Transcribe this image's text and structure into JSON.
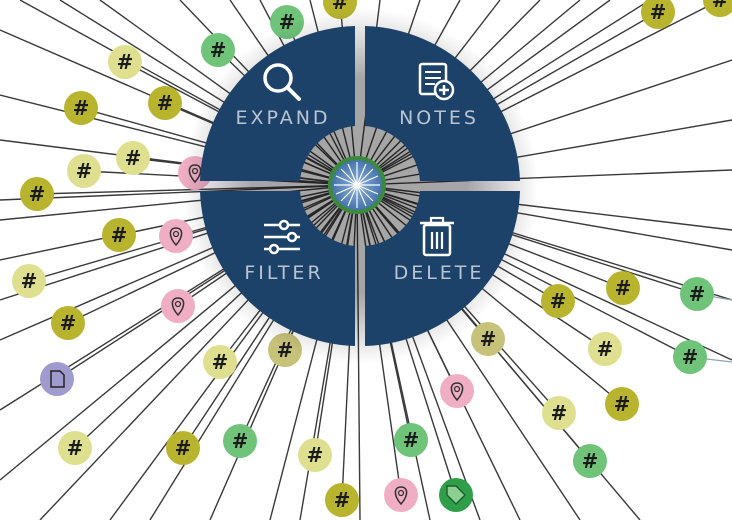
{
  "menu": {
    "items": [
      {
        "id": "expand",
        "label": "EXPAND",
        "icon": "magnifier-icon"
      },
      {
        "id": "notes",
        "label": "NOTES",
        "icon": "notes-add-icon"
      },
      {
        "id": "filter",
        "label": "FILTER",
        "icon": "sliders-icon"
      },
      {
        "id": "delete",
        "label": "DELETE",
        "icon": "trash-icon"
      }
    ],
    "center_icon": "compass-star-icon"
  },
  "node_glyphs": {
    "hashtag": "#"
  },
  "colors": {
    "menu_fill": "#1d4269",
    "menu_text": "#b8c4d2",
    "edge": "#3a3a3a",
    "hashtag_light": "#dfe08f",
    "hashtag_olive": "#b8b42e",
    "hashtag_khaki": "#c6c27a",
    "hashtag_green": "#6fc47a",
    "location_pink": "#f0aec4",
    "document_purple": "#a09bcf",
    "tag_green": "#2f9e49",
    "center_ring": "#3d8a3d",
    "center_fill": "#5b8cc6"
  }
}
